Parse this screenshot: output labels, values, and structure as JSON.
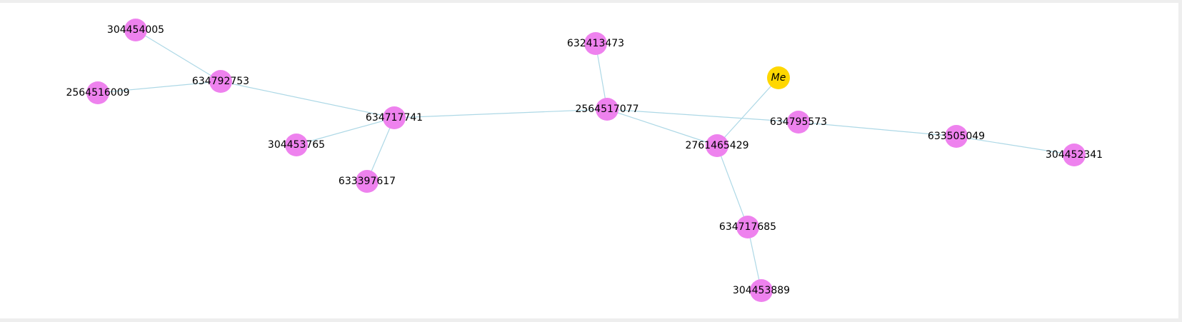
{
  "graph": {
    "colors": {
      "default_node": "#ee82ee",
      "me_node": "#ffd700",
      "edge": "#add8e6",
      "label": "#000000"
    },
    "nodes": [
      {
        "id": "me",
        "label": "Me",
        "kind": "me"
      },
      {
        "id": "n2761465429",
        "label": "2761465429",
        "kind": "default"
      },
      {
        "id": "n2564517077",
        "label": "2564517077",
        "kind": "default"
      },
      {
        "id": "n632413473",
        "label": "632413473",
        "kind": "default"
      },
      {
        "id": "n634795573",
        "label": "634795573",
        "kind": "default"
      },
      {
        "id": "n633505049",
        "label": "633505049",
        "kind": "default"
      },
      {
        "id": "n304452341",
        "label": "304452341",
        "kind": "default"
      },
      {
        "id": "n634717685",
        "label": "634717685",
        "kind": "default"
      },
      {
        "id": "n304453889",
        "label": "304453889",
        "kind": "default"
      },
      {
        "id": "n634717741",
        "label": "634717741",
        "kind": "default"
      },
      {
        "id": "n304453765",
        "label": "304453765",
        "kind": "default"
      },
      {
        "id": "n633397617",
        "label": "633397617",
        "kind": "default"
      },
      {
        "id": "n634792753",
        "label": "634792753",
        "kind": "default"
      },
      {
        "id": "n304454005",
        "label": "304454005",
        "kind": "default"
      },
      {
        "id": "n2564516009",
        "label": "2564516009",
        "kind": "default"
      }
    ],
    "edges": [
      {
        "source": "me",
        "target": "n2761465429"
      },
      {
        "source": "n2761465429",
        "target": "n2564517077"
      },
      {
        "source": "n2761465429",
        "target": "n634717685"
      },
      {
        "source": "n634717685",
        "target": "n304453889"
      },
      {
        "source": "n2564517077",
        "target": "n632413473"
      },
      {
        "source": "n2564517077",
        "target": "n634795573"
      },
      {
        "source": "n634795573",
        "target": "n633505049"
      },
      {
        "source": "n633505049",
        "target": "n304452341"
      },
      {
        "source": "n2564517077",
        "target": "n634717741"
      },
      {
        "source": "n634717741",
        "target": "n304453765"
      },
      {
        "source": "n634717741",
        "target": "n633397617"
      },
      {
        "source": "n634717741",
        "target": "n634792753"
      },
      {
        "source": "n634792753",
        "target": "n304454005"
      },
      {
        "source": "n634792753",
        "target": "n2564516009"
      }
    ]
  }
}
